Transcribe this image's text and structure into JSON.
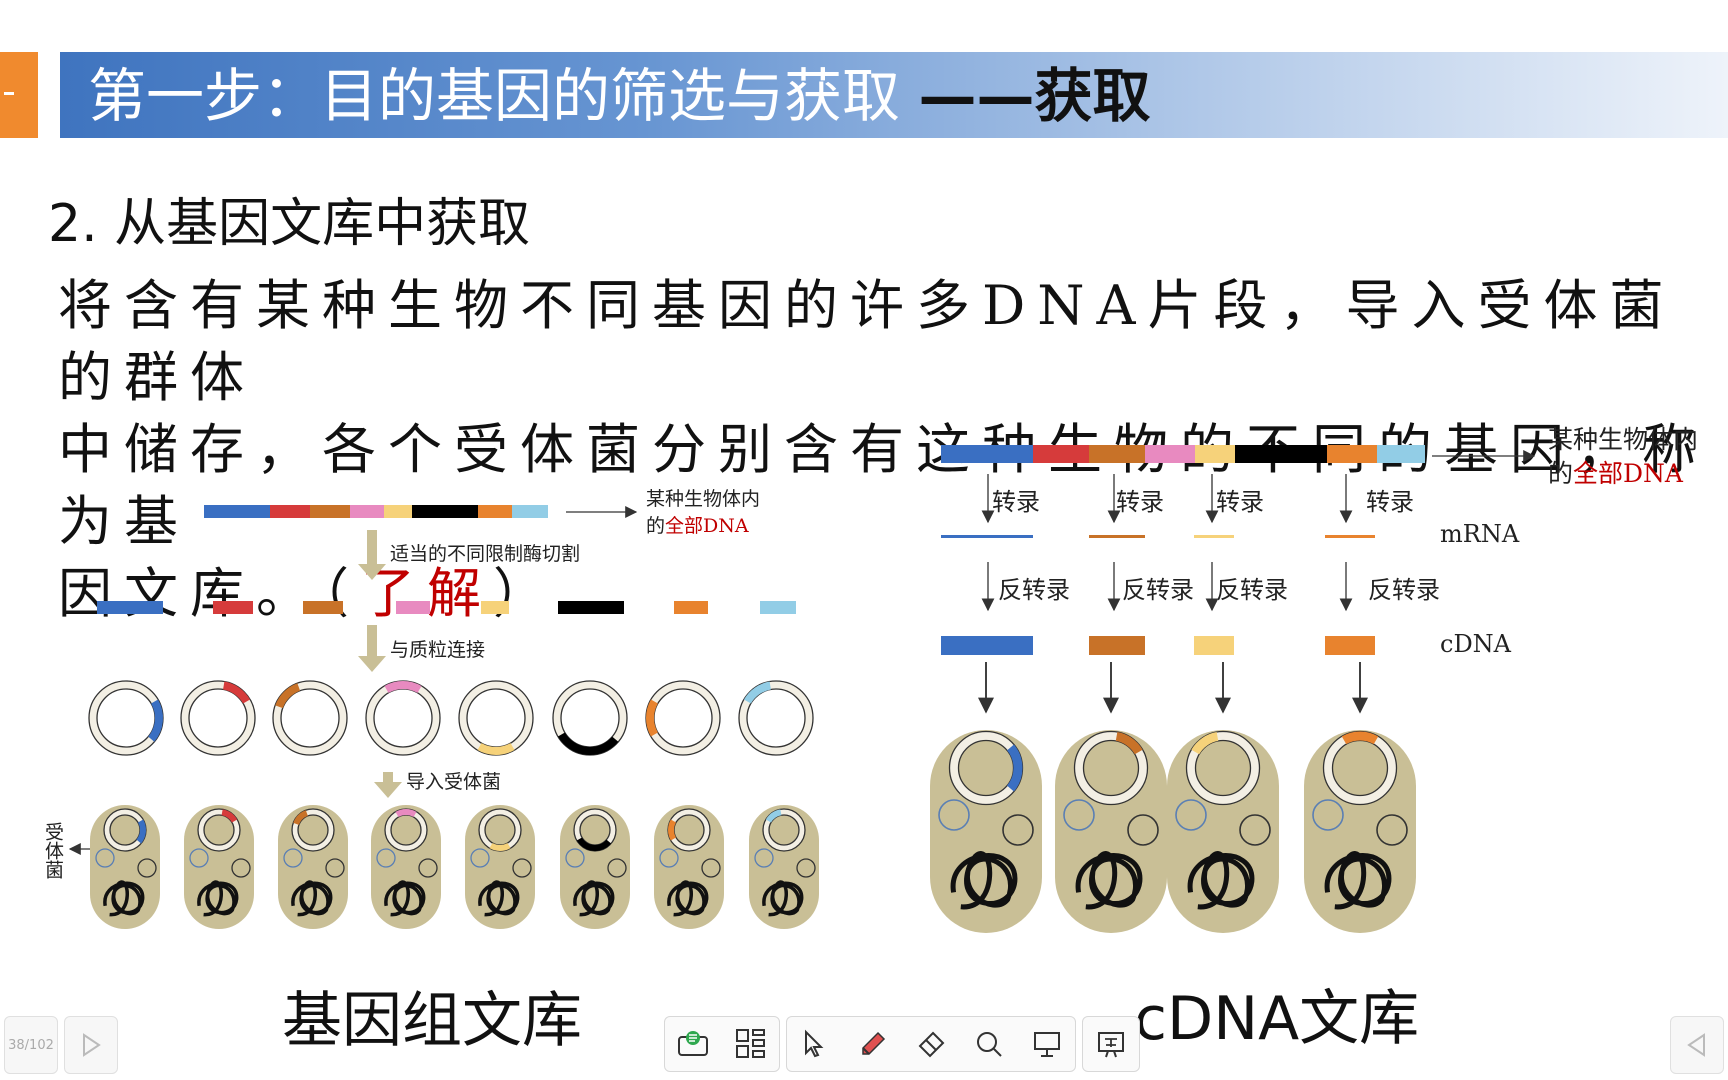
{
  "slide": {
    "title": "第一步：目的基因的筛选与获取",
    "title_suffix": "——获取",
    "subheading": "2. 从基因文库中获取",
    "paragraph_line1": "将含有某种生物不同基因的许多DNA片段，导入受体菌的群体",
    "paragraph_line2": "中储存，各个受体菌分别含有这种生物的不同的基因，称为基",
    "paragraph_line3_a": "因文库。（",
    "paragraph_line3_red": "了解",
    "paragraph_line3_b": "）"
  },
  "genomic": {
    "dna_label_line1": "某种生物体内",
    "dna_label_line2_a": "的",
    "dna_label_line2_red": "全部DNA",
    "step1": "适当的不同限制酶切割",
    "step2": "与质粒连接",
    "step3": "导入受体菌",
    "side_label": "受体菌",
    "caption": "基因组文库"
  },
  "cdna": {
    "dna_label_line1": "某种生物体内",
    "dna_label_line2_a": "的",
    "dna_label_line2_red": "全部DNA",
    "transcribe": "转录",
    "reverse_transcribe": "反转录",
    "mrna": "mRNA",
    "cdna": "cDNA",
    "caption": "cDNA文库"
  },
  "segment_colors": [
    "#3a6fc2",
    "#d63b3b",
    "#c87228",
    "#e88ac0",
    "#f6d27a",
    "#000000",
    "#e8832e",
    "#92cde6"
  ],
  "cell_color": "#c9bf96",
  "toolbar": {
    "page_indicator": "38/102",
    "icons": [
      "chat-icon",
      "grid-icon",
      "pointer-icon",
      "pen-icon",
      "eraser-icon",
      "search-icon",
      "screen-icon",
      "presentation-icon"
    ]
  }
}
